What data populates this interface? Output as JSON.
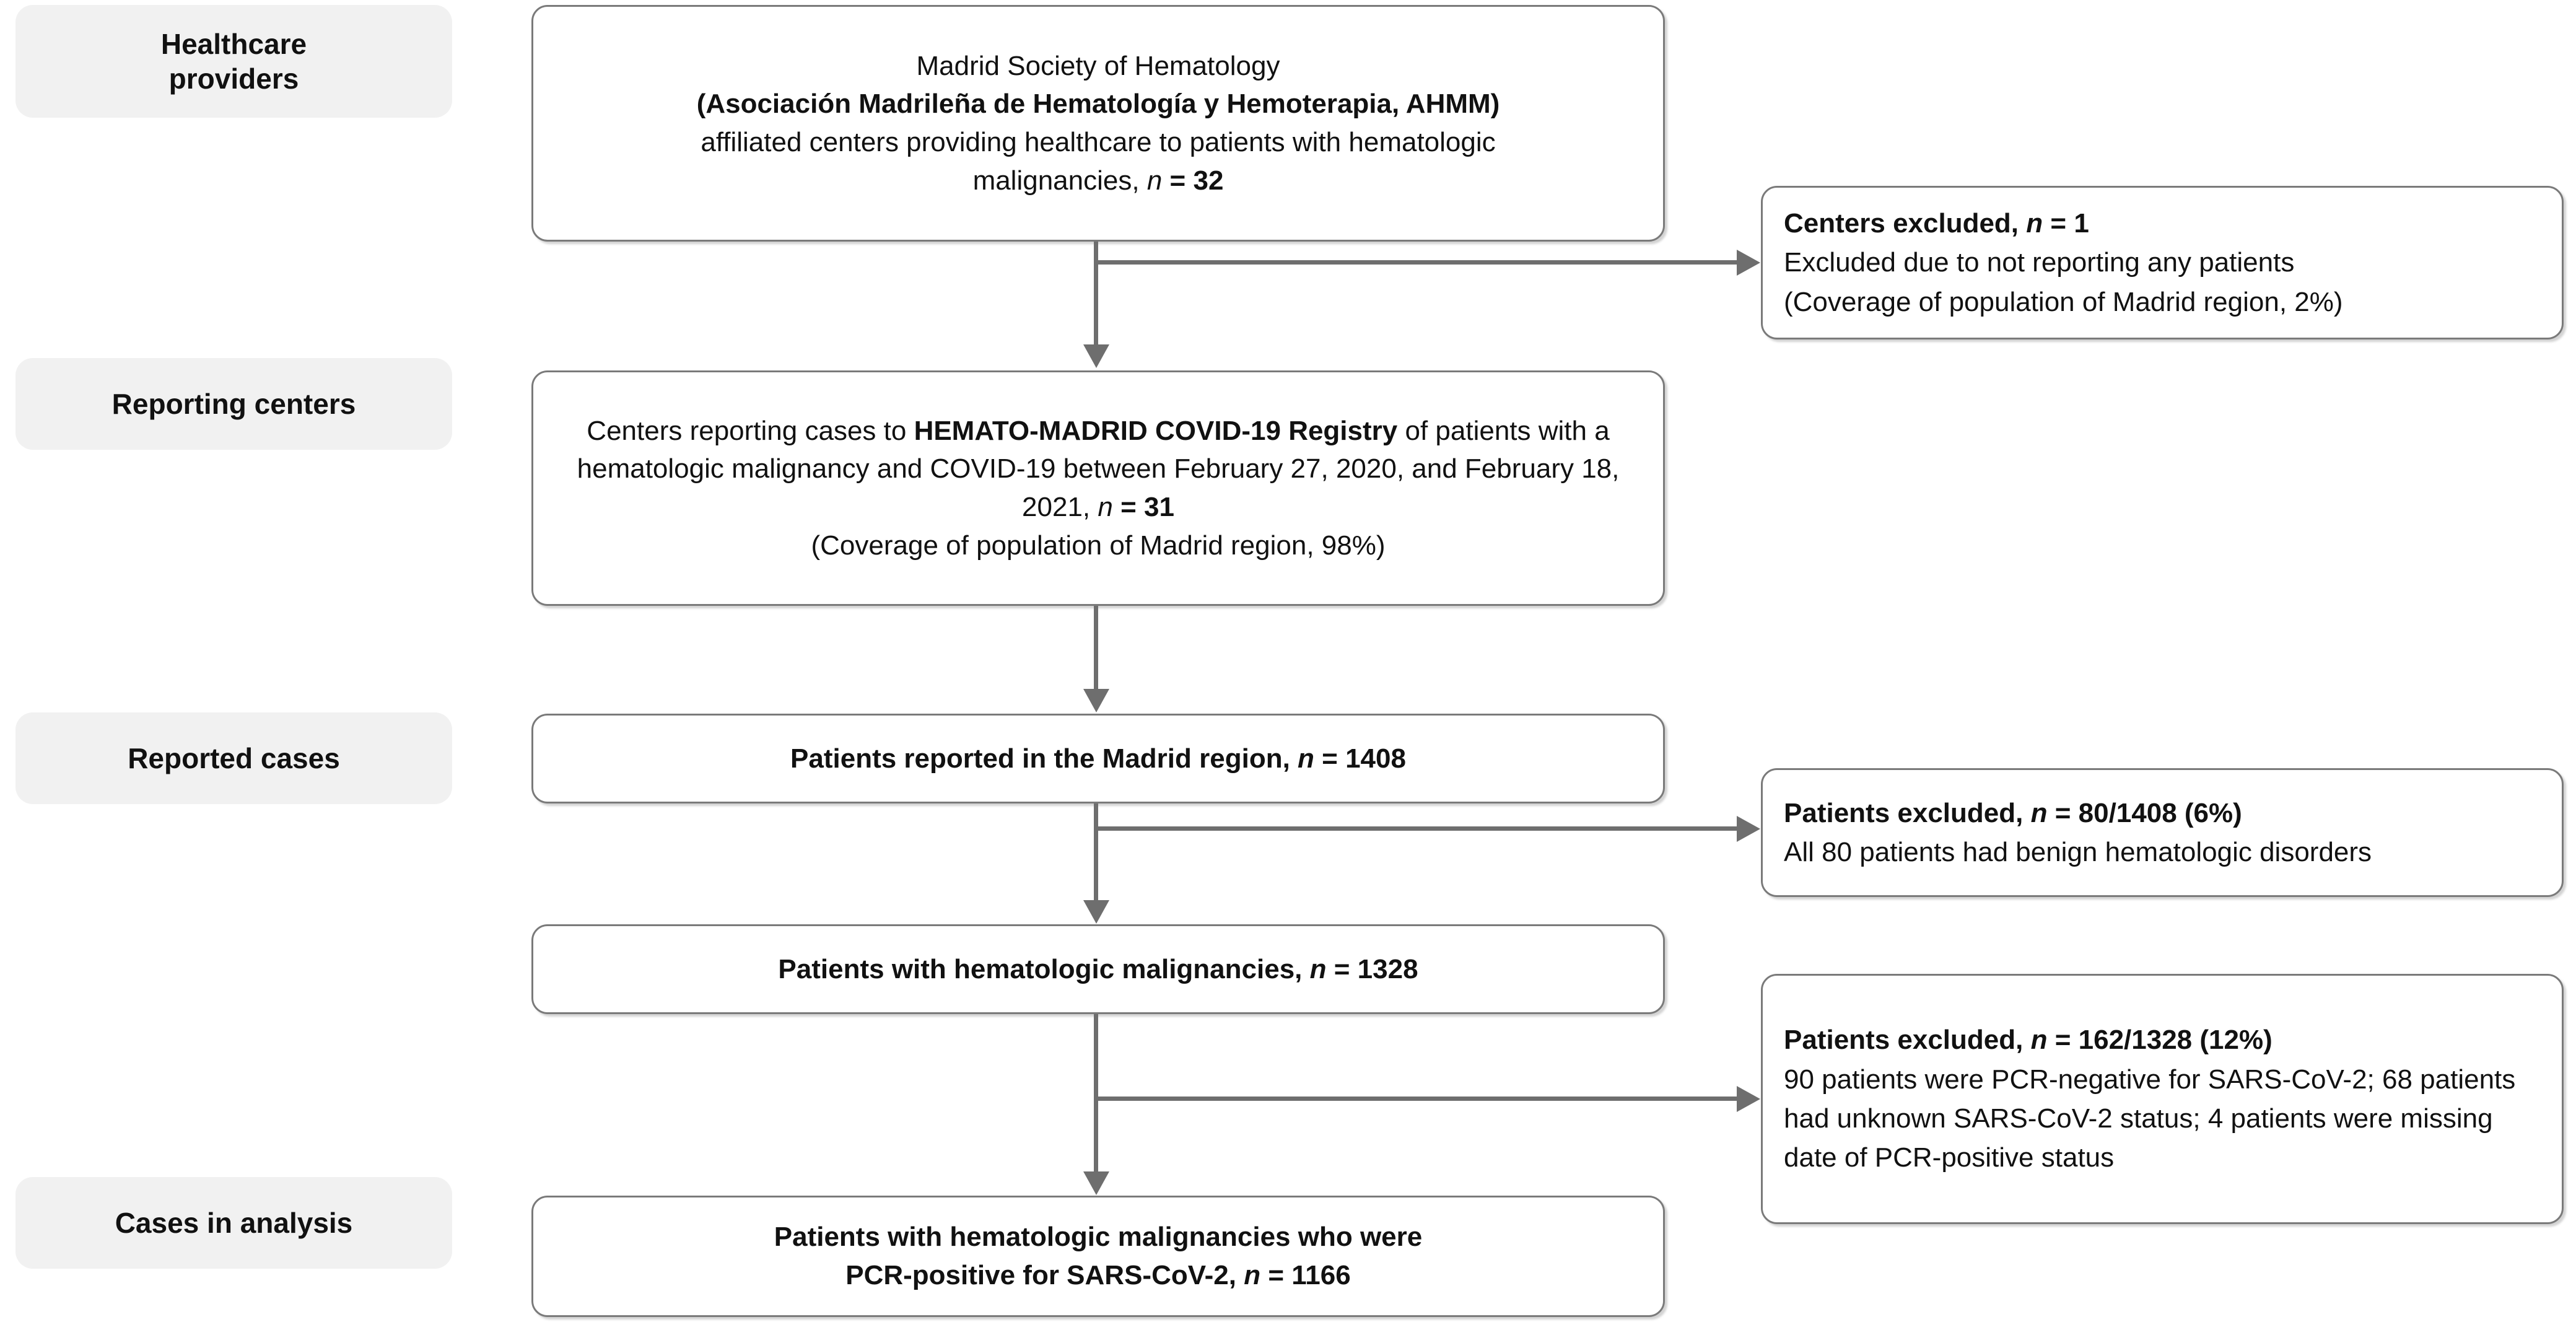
{
  "figure": {
    "type": "flowchart",
    "orientation": "vertical-with-side-exclusions"
  },
  "stages": [
    {
      "label": "Healthcare\nproviders",
      "line1": "Healthcare",
      "line2": "providers"
    },
    {
      "label": "Reporting centers"
    },
    {
      "label": "Reported cases"
    },
    {
      "label": "Cases in analysis"
    }
  ],
  "flow": {
    "box1": {
      "line1": "Madrid Society of Hematology",
      "line2_bold": "(Asociación Madrileña de Hematología y Hemoterapia, AHMM)",
      "line3": "affiliated centers providing healthcare to patients with hematologic",
      "line4": "malignancies, ",
      "n_symbol": "n",
      "eq": " = ",
      "n_value": "32"
    },
    "box2": {
      "pre": "Centers reporting cases to ",
      "bold1": "HEMATO-MADRID COVID-19",
      "bold2": "Registry",
      "mid": " of patients with a hematologic malignancy and COVID-19 between February 27, 2020, and February 18, 2021, ",
      "n_symbol": "n",
      "eq": " = ",
      "n_value": "31",
      "coverage": "(Coverage of population of Madrid region, 98%)"
    },
    "box3": {
      "text": "Patients reported in the Madrid region, ",
      "n_symbol": "n",
      "eq": " = ",
      "n_value": "1408"
    },
    "box4": {
      "text": "Patients with hematologic malignancies, ",
      "n_symbol": "n",
      "eq": " = ",
      "n_value": "1328"
    },
    "box5": {
      "line1": "Patients with hematologic malignancies who were",
      "line2": "PCR-positive for SARS-CoV-2, ",
      "n_symbol": "n",
      "eq": " = ",
      "n_value": "1166"
    }
  },
  "exclusions": [
    {
      "title_pre": "Centers excluded, ",
      "n_symbol": "n",
      "eq": " = ",
      "n_value": "1",
      "body": "Excluded due to not reporting any patients",
      "note": "(Coverage of population of Madrid region, 2%)"
    },
    {
      "title_pre": "Patients excluded, ",
      "n_symbol": "n",
      "eq": " = ",
      "n_value": "80/1408 (6%)",
      "body": "All 80 patients had benign hematologic disorders"
    },
    {
      "title_pre": "Patients excluded, ",
      "n_symbol": "n",
      "eq": " = ",
      "n_value": "162/1328 (12%)",
      "body": "90 patients were PCR-negative for SARS-CoV-2; 68 patients had unknown SARS-CoV-2 status; 4 patients were missing date of PCR-positive status"
    }
  ],
  "colors": {
    "stage_label_bg": "#f1f1f1",
    "box_border": "#7a7a7a",
    "connector": "#6e6e6e",
    "text": "#111111",
    "page_bg": "#ffffff"
  }
}
